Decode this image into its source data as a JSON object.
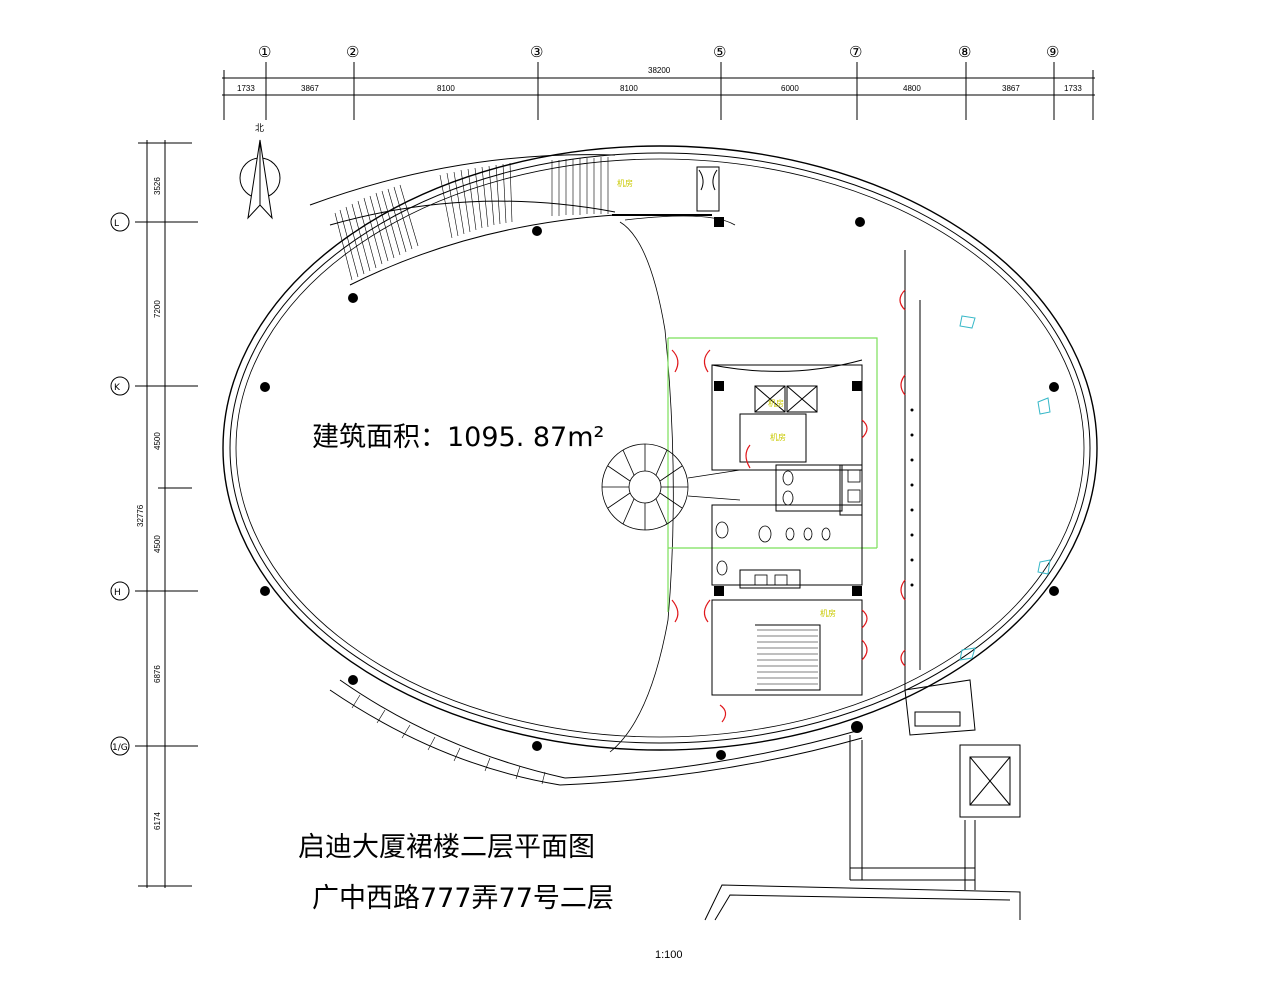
{
  "top_axes": [
    "①",
    "②",
    "③",
    "⑤",
    "⑦",
    "⑧",
    "⑨"
  ],
  "overall_dim_top": "38200",
  "top_dims": [
    "1733",
    "3867",
    "8100",
    "8100",
    "6000",
    "4800",
    "3867",
    "1733"
  ],
  "left_axes": [
    "L",
    "K",
    "H",
    "1/G"
  ],
  "left_dims": [
    "3526",
    "7200",
    "4500",
    "4500",
    "6876",
    "6174"
  ],
  "overall_dim_left": "32776",
  "north_label": "北",
  "area_text": "建筑面积：1095. 87m²",
  "title_line1": "启迪大厦裙楼二层平面图",
  "title_line2": "广中西路777弄77号二层",
  "scale_text": "1:100",
  "room_label": "机房",
  "colors": {
    "line": "#000000",
    "green": "#7be05a",
    "red": "#e0161a",
    "cyan": "#37b8c8",
    "yellow": "#d8d800"
  }
}
